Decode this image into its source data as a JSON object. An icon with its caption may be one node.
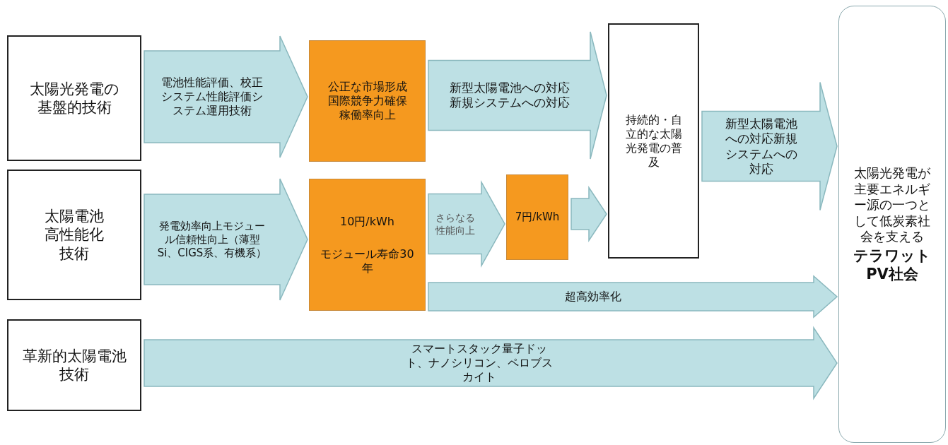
{
  "diagram": {
    "nodes": [
      {
        "text": [
          "太陽光発電の基盤的技術"
        ]
      },
      {
        "text": [
          "公正な市場形成",
          "国際競争力確保",
          "稼働率向上"
        ]
      },
      {
        "text": [
          "持続的・自立的な太陽光発電の普及"
        ]
      },
      {
        "text": [
          "太陽光発電が主要エネルギー源の一つとして低炭素社会を支える",
          "テラワットPV社会"
        ]
      },
      {
        "text": [
          "太陽電池高性能化技術"
        ]
      },
      {
        "text": [
          "10円/kWh",
          "モジュール寿命30年"
        ]
      },
      {
        "text": [
          "7円/kWh"
        ]
      },
      {
        "text": [
          "革新的太陽電池技術"
        ]
      }
    ],
    "edges": [
      {
        "from": 0,
        "to": 1,
        "arrow": "to",
        "label": "電池性能評価、校正システム性能評価システム運用技術"
      },
      {
        "from": 1,
        "to": 2,
        "arrow": "to",
        "label": "新型太陽電池への対応新規システムへの対応"
      },
      {
        "from": 2,
        "to": 3,
        "arrow": "to",
        "label": "新型太陽電池への対応新規システムへの対応"
      },
      {
        "from": 4,
        "to": 5,
        "arrow": "to",
        "label": "発電効率向上モジュール信頼性向上（薄型Si、CIGS系、有機系）"
      },
      {
        "from": 5,
        "to": 6,
        "arrow": "to",
        "label": "さらなる性能向上"
      },
      {
        "from": 6,
        "to": 2,
        "arrow": "to"
      },
      {
        "from": 5,
        "to": 3,
        "arrow": "to",
        "label": "超高効率化"
      },
      {
        "from": 7,
        "to": 3,
        "arrow": "to",
        "label": "スマートスタック量子ドット、ナノシリコン、ペロブスカイト"
      }
    ]
  }
}
